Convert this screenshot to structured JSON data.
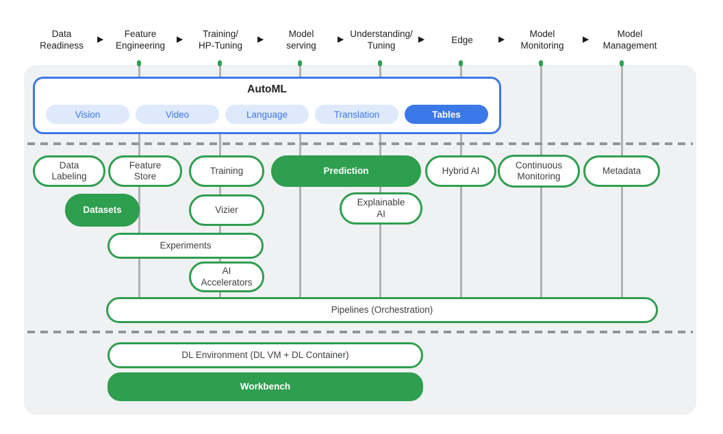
{
  "colors": {
    "green": "#2E9E4F",
    "blue": "#3B78E8",
    "lightblue": "#DEE9FC",
    "panel": "#F0F1F2",
    "line": "#AFB1B3",
    "dash": "#90959A"
  },
  "icons": {
    "arrow_right": "▶"
  },
  "header": {
    "stages": [
      "Data\nReadiness",
      "Feature\nEngineering",
      "Training/\nHP-Tuning",
      "Model\nserving",
      "Understanding/\nTuning",
      "Edge",
      "Model\nMonitoring",
      "Model\nManagement"
    ]
  },
  "automl": {
    "title": "AutoML",
    "pills": [
      {
        "label": "Vision",
        "selected": false
      },
      {
        "label": "Video",
        "selected": false
      },
      {
        "label": "Language",
        "selected": false
      },
      {
        "label": "Translation",
        "selected": false
      },
      {
        "label": "Tables",
        "selected": true
      }
    ]
  },
  "services": {
    "data_labeling": "Data\nLabeling",
    "feature_store": "Feature\nStore",
    "training": "Training",
    "prediction": "Prediction",
    "hybrid_ai": "Hybrid AI",
    "continuous_monitoring": "Continuous\nMonitoring",
    "metadata": "Metadata",
    "datasets": "Datasets",
    "vizier": "Vizier",
    "explainable_ai": "Explainable\nAI",
    "experiments": "Experiments",
    "ai_accelerators": "AI\nAccelerators",
    "pipelines": "Pipelines (Orchestration)",
    "dl_environment": "DL Environment (DL VM + DL Container)",
    "workbench": "Workbench"
  }
}
